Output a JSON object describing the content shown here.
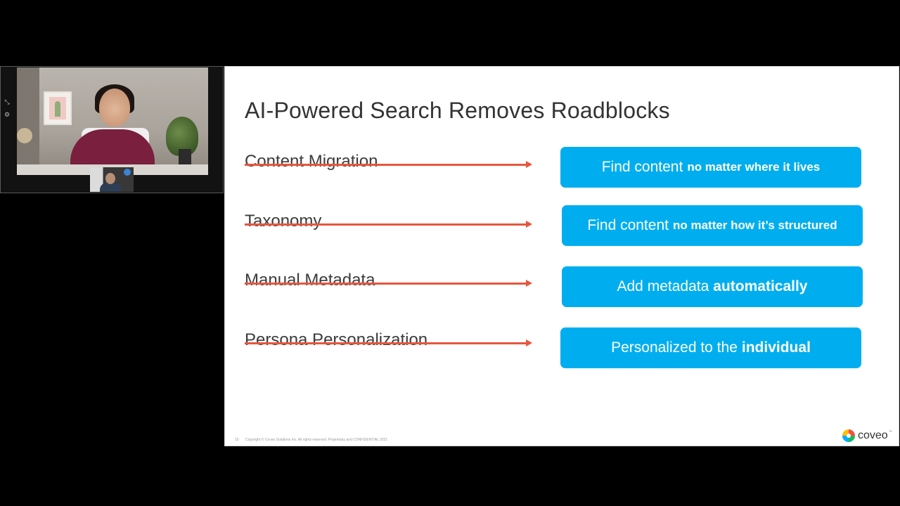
{
  "video": {
    "controls": [
      {
        "icon": "layout-icon",
        "glyph": "⤡"
      },
      {
        "icon": "settings-icon",
        "glyph": "⚙"
      }
    ]
  },
  "slide": {
    "title": "AI-Powered Search Removes Roadblocks",
    "rows": [
      {
        "old": "Content Migration",
        "new_plain": "Find content",
        "new_bold": "no matter where it lives"
      },
      {
        "old": "Taxonomy",
        "new_plain": "Find content",
        "new_bold": "no matter how it’s structured"
      },
      {
        "old": "Manual Metadata",
        "new_plain": "Add metadata",
        "new_bold": "automatically"
      },
      {
        "old": "Persona Personalization",
        "new_plain": "Personalized to the",
        "new_bold": "individual"
      }
    ],
    "footer": {
      "page_number": "15",
      "copyright": "Copyright © Coveo Solutions Inc. All rights reserved. Proprietary and CONFIDENTIAL 2021"
    },
    "logo": {
      "text": "coveo",
      "tm": "™"
    }
  },
  "colors": {
    "accent_blue": "#00aeef",
    "strike_red": "#e5573e",
    "slide_bg": "#ffffff",
    "page_bg": "#000000",
    "blouse": "#7a1f3d"
  }
}
